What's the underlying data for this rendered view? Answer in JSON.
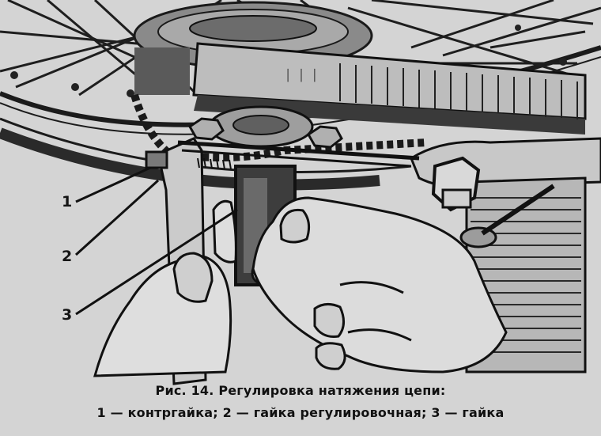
{
  "callouts": {
    "one": "1",
    "two": "2",
    "three": "3"
  },
  "caption": {
    "title": "Рис. 14. Регулировка натяжения цепи:",
    "legend": "1 — контргайка; 2 — гайка регулировочная; 3 — гайка"
  }
}
